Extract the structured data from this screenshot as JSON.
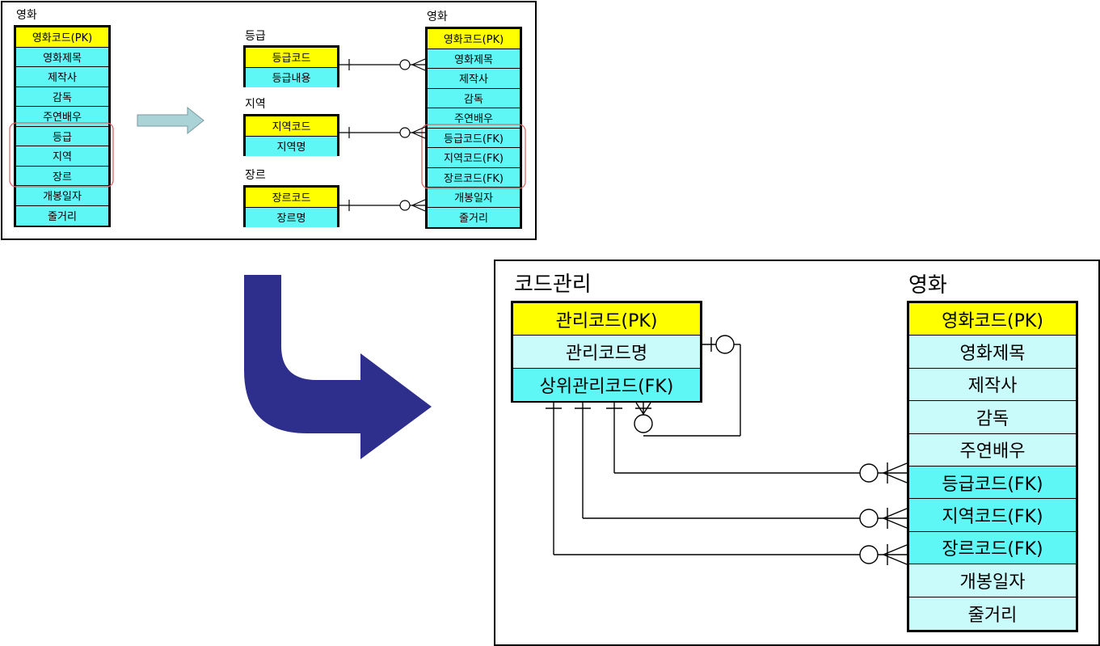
{
  "colors": {
    "pk": "#ffff00",
    "attr": "#5ff6f6",
    "attr_light": "#c9fbfb",
    "highlight": "#e06666",
    "arrow_big": "#2e2e8c",
    "arrow_small": "#a9d3d6"
  },
  "top_diagram": {
    "movie_left": {
      "title": "영화",
      "rows": [
        "영화코드(PK)",
        "영화제목",
        "제작사",
        "감독",
        "주연배우",
        "등급",
        "지역",
        "장르",
        "개봉일자",
        "줄거리"
      ]
    },
    "grade": {
      "title": "등급",
      "rows": [
        "등급코드",
        "등급내용"
      ]
    },
    "region": {
      "title": "지역",
      "rows": [
        "지역코드",
        "지역명"
      ]
    },
    "genre": {
      "title": "장르",
      "rows": [
        "장르코드",
        "장르명"
      ]
    },
    "movie_right": {
      "title": "영화",
      "rows": [
        "영화코드(PK)",
        "영화제목",
        "제작사",
        "감독",
        "주연배우",
        "등급코드(FK)",
        "지역코드(FK)",
        "장르코드(FK)",
        "개봉일자",
        "줄거리"
      ]
    }
  },
  "bottom_diagram": {
    "code_mgmt": {
      "title": "코드관리",
      "rows": [
        "관리코드(PK)",
        "관리코드명",
        "상위관리코드(FK)"
      ]
    },
    "movie": {
      "title": "영화",
      "rows": [
        "영화코드(PK)",
        "영화제목",
        "제작사",
        "감독",
        "주연배우",
        "등급코드(FK)",
        "지역코드(FK)",
        "장르코드(FK)",
        "개봉일자",
        "줄거리"
      ]
    }
  }
}
